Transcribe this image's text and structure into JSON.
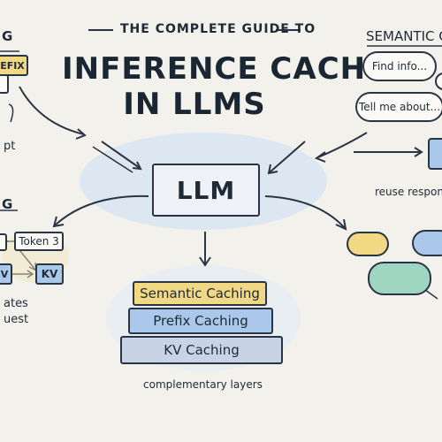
{
  "header": {
    "subtitle": "THE COMPLETE GUIDE TO",
    "title_line1": "INFERENCE CACHING",
    "title_line2": "IN LLMS"
  },
  "left_top": {
    "heading": "G",
    "prefix_box": "EFIX",
    "caption": "pt"
  },
  "left_mid": {
    "heading": "G",
    "token_box": "Token 3",
    "kv_small": "V",
    "kv_box": "KV",
    "caption_line1": "ates",
    "caption_line2": "uest"
  },
  "center": {
    "llm_label": "LLM",
    "layers": [
      {
        "label": "Semantic Caching",
        "color": "#f0d884"
      },
      {
        "label": "Prefix Caching",
        "color": "#a9c8ea"
      },
      {
        "label": "KV Caching",
        "color": "#c8d4e6"
      }
    ],
    "layers_caption": "complementary layers"
  },
  "right_top": {
    "heading": "SEMANTIC C",
    "bubble1": "Find info...",
    "bubble2": "Tell me about...",
    "caption": "reuse respons"
  },
  "colors": {
    "yellow": "#f0d884",
    "blue": "#a9c8ea",
    "green": "#9fd6c2",
    "wash_blue": "#cfe0f0"
  }
}
